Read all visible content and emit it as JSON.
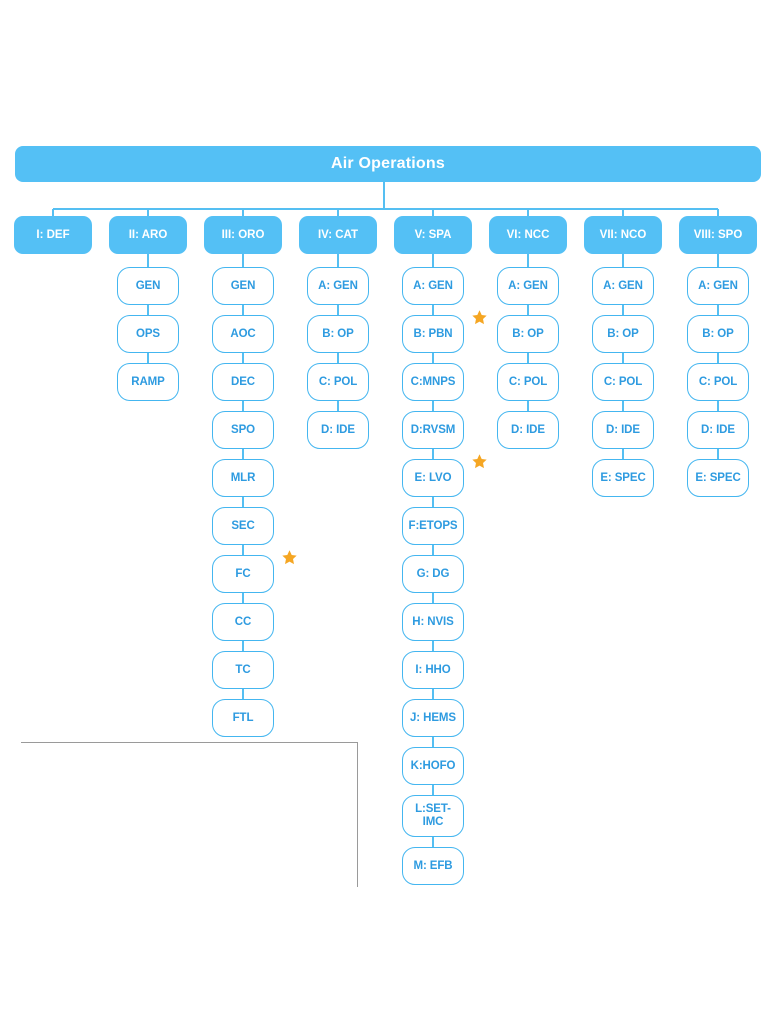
{
  "diagram": {
    "type": "organizational-tree",
    "root": {
      "label": "Air Operations"
    },
    "colors": {
      "node_fill": "#54C0F5",
      "node_border": "#44B6F0",
      "node_text": "#2E9BE0",
      "root_text": "#FFFFFF",
      "connector": "#55BFF2",
      "star": "#F5A623",
      "frame": "#9A9A9A",
      "background": "#FFFFFF"
    },
    "star_legend_symbol": "★",
    "columns": [
      {
        "label": "I: DEF",
        "children": []
      },
      {
        "label": "II: ARO",
        "children": [
          {
            "label": "GEN",
            "star": false
          },
          {
            "label": "OPS",
            "star": false
          },
          {
            "label": "RAMP",
            "star": false
          }
        ]
      },
      {
        "label": "III: ORO",
        "children": [
          {
            "label": "GEN",
            "star": false
          },
          {
            "label": "AOC",
            "star": false
          },
          {
            "label": "DEC",
            "star": false
          },
          {
            "label": "SPO",
            "star": false
          },
          {
            "label": "MLR",
            "star": false
          },
          {
            "label": "SEC",
            "star": false
          },
          {
            "label": "FC",
            "star": true
          },
          {
            "label": "CC",
            "star": false
          },
          {
            "label": "TC",
            "star": false
          },
          {
            "label": "FTL",
            "star": false
          }
        ]
      },
      {
        "label": "IV: CAT",
        "children": [
          {
            "label": "A: GEN",
            "star": false
          },
          {
            "label": "B: OP",
            "star": false
          },
          {
            "label": "C: POL",
            "star": false
          },
          {
            "label": "D: IDE",
            "star": false
          }
        ]
      },
      {
        "label": "V: SPA",
        "children": [
          {
            "label": "A: GEN",
            "star": false
          },
          {
            "label": "B: PBN",
            "star": true
          },
          {
            "label": "C:MNPS",
            "star": false
          },
          {
            "label": "D:RVSM",
            "star": false
          },
          {
            "label": "E: LVO",
            "star": true
          },
          {
            "label": "F:ETOPS",
            "star": false
          },
          {
            "label": "G: DG",
            "star": false
          },
          {
            "label": "H: NVIS",
            "star": false
          },
          {
            "label": "I: HHO",
            "star": false
          },
          {
            "label": "J: HEMS",
            "star": false
          },
          {
            "label": "K:HOFO",
            "star": false
          },
          {
            "label": "L:SET-IMC",
            "star": false
          },
          {
            "label": "M: EFB",
            "star": false
          }
        ]
      },
      {
        "label": "VI: NCC",
        "children": [
          {
            "label": "A: GEN",
            "star": false
          },
          {
            "label": "B: OP",
            "star": false
          },
          {
            "label": "C: POL",
            "star": false
          },
          {
            "label": "D: IDE",
            "star": false
          }
        ]
      },
      {
        "label": "VII: NCO",
        "children": [
          {
            "label": "A: GEN",
            "star": false
          },
          {
            "label": "B: OP",
            "star": false
          },
          {
            "label": "C: POL",
            "star": false
          },
          {
            "label": "D: IDE",
            "star": false
          },
          {
            "label": "E: SPEC",
            "star": false
          }
        ]
      },
      {
        "label": "VIII: SPO",
        "children": [
          {
            "label": "A: GEN",
            "star": false
          },
          {
            "label": "B: OP",
            "star": false
          },
          {
            "label": "C: POL",
            "star": false
          },
          {
            "label": "D: IDE",
            "star": false
          },
          {
            "label": "E: SPEC",
            "star": false
          }
        ]
      }
    ]
  }
}
